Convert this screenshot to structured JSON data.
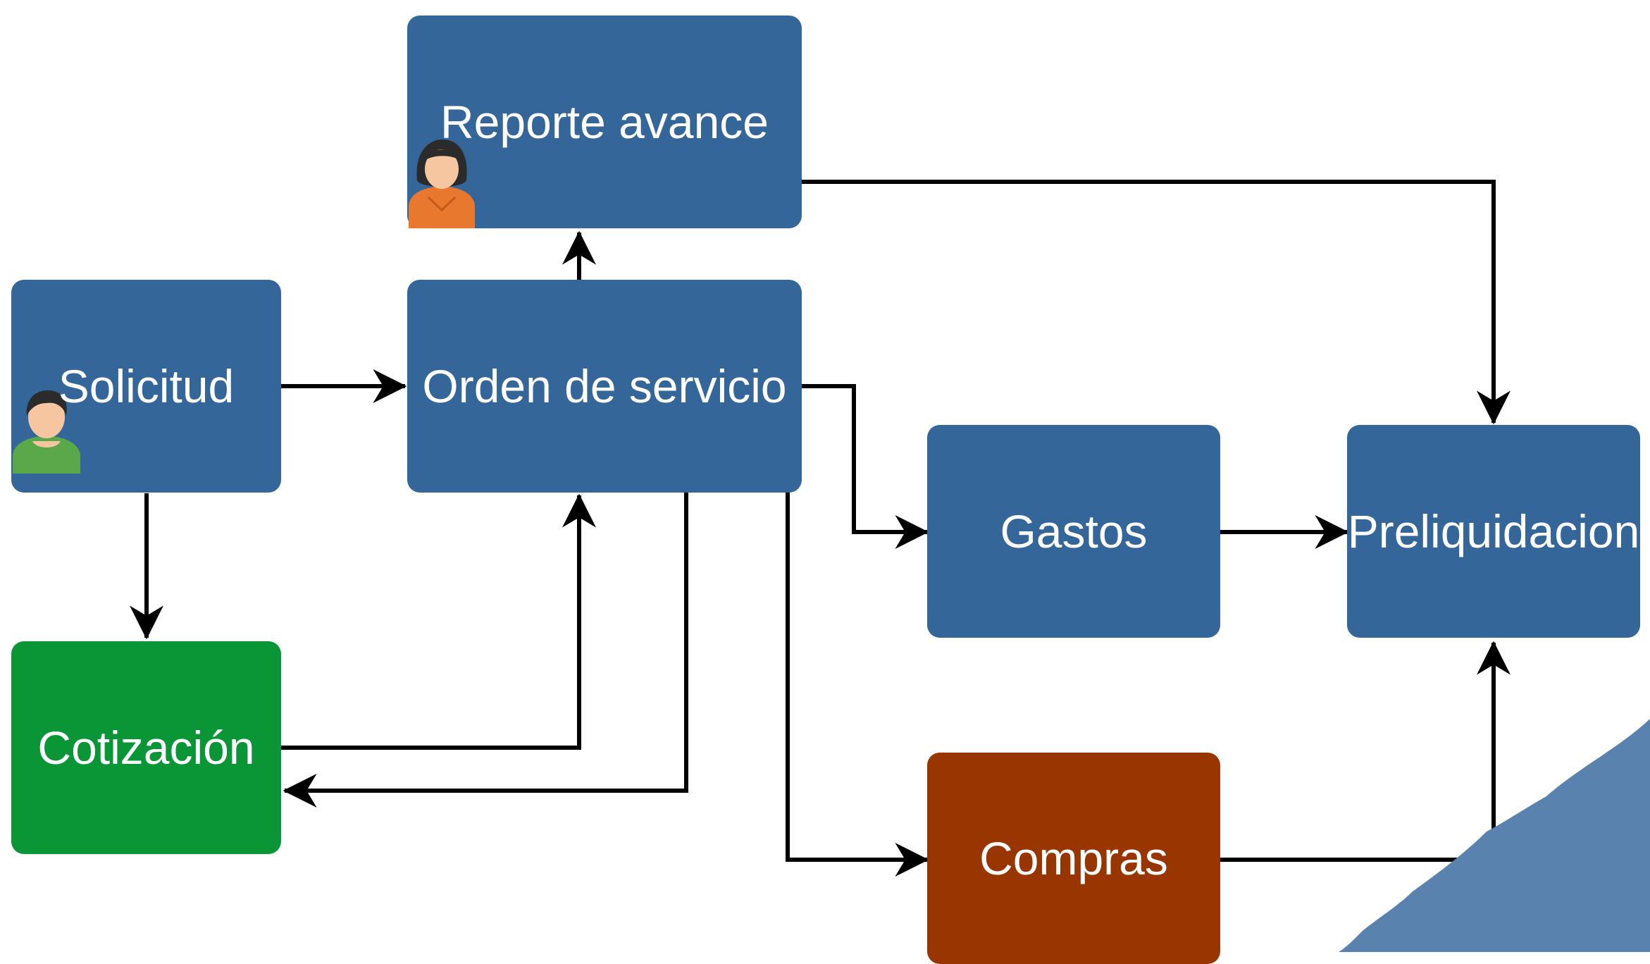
{
  "diagram": {
    "nodes": {
      "reporte": {
        "label": "Reporte avance",
        "color": "#346699",
        "icon": "female-user-icon"
      },
      "solicitud": {
        "label": "Solicitud",
        "color": "#346699",
        "icon": "user-icon"
      },
      "orden": {
        "label": "Orden de servicio",
        "color": "#346699"
      },
      "gastos": {
        "label": "Gastos",
        "color": "#346699"
      },
      "preliquidacion": {
        "label": "Preliquidacion",
        "color": "#346699"
      },
      "cotizacion": {
        "label": "Cotización",
        "color": "#0a9636"
      },
      "compras": {
        "label": "Compras",
        "color": "#983500"
      }
    },
    "edges": [
      {
        "from": "solicitud",
        "to": "orden"
      },
      {
        "from": "solicitud",
        "to": "cotizacion"
      },
      {
        "from": "orden",
        "to": "reporte"
      },
      {
        "from": "cotizacion",
        "to": "orden"
      },
      {
        "from": "orden",
        "to": "cotizacion"
      },
      {
        "from": "orden",
        "to": "gastos"
      },
      {
        "from": "orden",
        "to": "compras"
      },
      {
        "from": "reporte",
        "to": "preliquidacion"
      },
      {
        "from": "gastos",
        "to": "preliquidacion"
      },
      {
        "from": "compras",
        "to": "preliquidacion"
      }
    ],
    "colors": {
      "edge": "#000000",
      "corner_brush": "#5a82af",
      "icon_orange": "#e9782f",
      "icon_green": "#5aa84a",
      "icon_skin": "#f5c6a0",
      "icon_hair": "#2b2b2b"
    }
  }
}
